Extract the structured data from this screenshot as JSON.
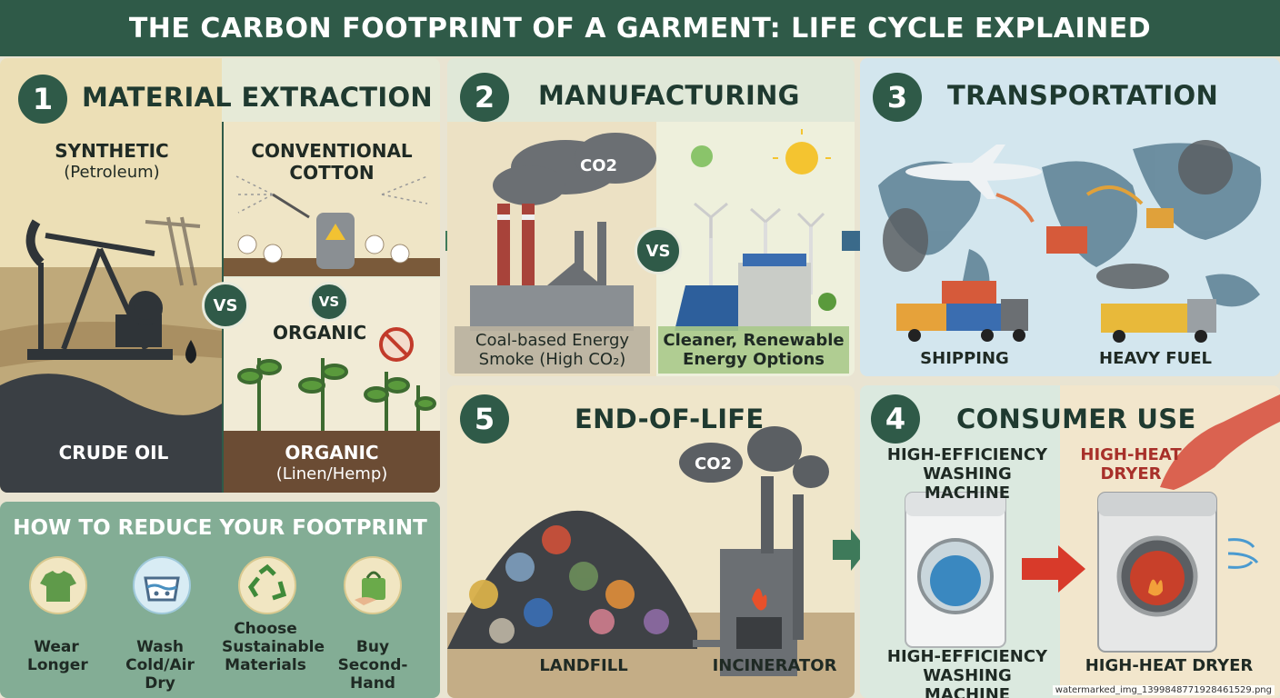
{
  "title": "THE CARBON FOOTPRINT OF A GARMENT: LIFE CYCLE EXPLAINED",
  "stage1": {
    "number": "1",
    "title": "MATERIAL EXTRACTION",
    "synthetic": "SYNTHETIC",
    "synthetic_sub": "(Petroleum)",
    "conventional": "CONVENTIONAL COTTON",
    "organic_top": "ORGANIC",
    "crude": "CRUDE OIL",
    "organic_bottom": "ORGANIC",
    "organic_sub": "(Linen/Hemp)",
    "vs1": "VS",
    "vs2": "VS"
  },
  "stage2": {
    "number": "2",
    "title": "MANUFACTURING",
    "vs": "VS",
    "co2": "CO2",
    "left_caption_1": "Coal-based Energy",
    "left_caption_2": "Smoke (High CO₂)",
    "right_caption_1": "Cleaner, Renewable",
    "right_caption_2": "Energy Options"
  },
  "stage3": {
    "number": "3",
    "title": "TRANSPORTATION",
    "shipping": "SHIPPING",
    "heavy_fuel": "HEAVY FUEL"
  },
  "stage4": {
    "number": "4",
    "title": "CONSUMER USE",
    "washer_top": "HIGH-EFFICIENCY WASHING MACHINE",
    "dryer_top": "HIGH-HEAT DRYER",
    "washer_bottom": "HIGH-EFFICIENCY WASHING MACHINE",
    "dryer_bottom": "HIGH-HEAT DRYER"
  },
  "stage5": {
    "number": "5",
    "title": "END-OF-LIFE",
    "co2": "CO2",
    "landfill": "LANDFILL",
    "incinerator": "INCINERATOR"
  },
  "reduce": {
    "title": "HOW TO REDUCE YOUR FOOTPRINT",
    "tips": [
      {
        "label": "Wear Longer",
        "icon": "tshirt-icon"
      },
      {
        "label": "Wash Cold/Air Dry",
        "icon": "wash-basin-icon"
      },
      {
        "label": "Choose Sustainable Materials",
        "icon": "recycle-icon"
      },
      {
        "label": "Buy Second-Hand",
        "icon": "shopping-bag-icon"
      }
    ]
  },
  "watermark": "watermarked_img_1399848771928461529.png",
  "colors": {
    "header": "#2f5a48",
    "badge": "#2f5a48",
    "arrow": "#3e7a5a",
    "ocean": "#d3e6ee",
    "fire": "#e8502a"
  }
}
